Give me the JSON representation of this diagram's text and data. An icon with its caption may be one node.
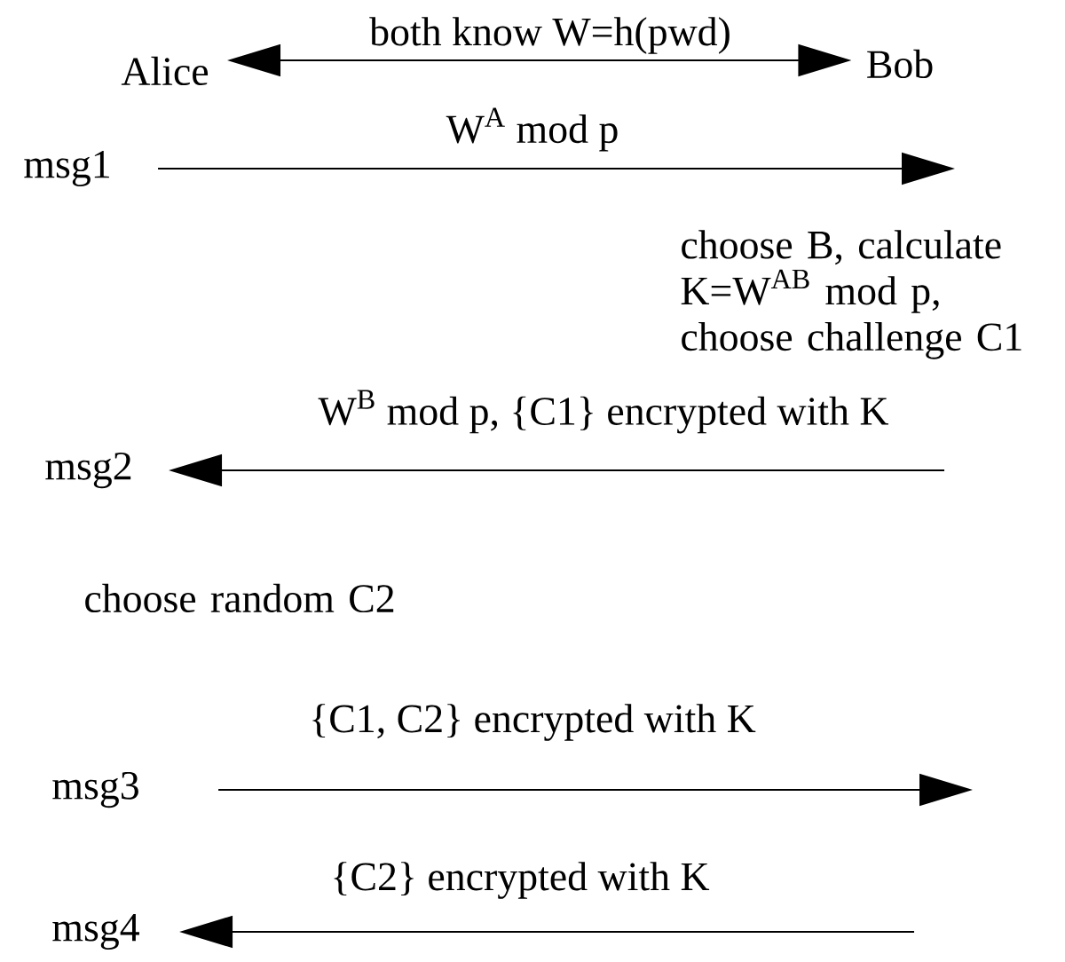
{
  "diagram": {
    "nodes": [
      {
        "text": [
          "Alice"
        ]
      },
      {
        "text": [
          "Bob"
        ]
      },
      {
        "text": [
          "msg1"
        ]
      },
      {
        "text": [
          "msg2"
        ]
      },
      {
        "text": [
          "msg3"
        ]
      },
      {
        "text": [
          "msg4"
        ]
      }
    ],
    "edges": [
      {
        "from": 0,
        "to": 1,
        "arrow": "both",
        "label": "both know W=h(pwd)"
      },
      {
        "from": 2,
        "to": null,
        "arrow": "to",
        "label": "W$^{A}$ mod p"
      },
      {
        "from": null,
        "to": 3,
        "arrow": "to",
        "label": "W$^{B}$ mod p, {C1} encrypted with K"
      },
      {
        "from": 4,
        "to": null,
        "arrow": "to",
        "label": "{C1, C2} encrypted with K"
      },
      {
        "from": null,
        "to": 5,
        "arrow": "to",
        "label": "{C2} encrypted with K"
      }
    ],
    "labels": [
      "choose B, calculate K=W$^{AB}$ mod p, choose challenge C1",
      "choose random C2"
    ]
  }
}
